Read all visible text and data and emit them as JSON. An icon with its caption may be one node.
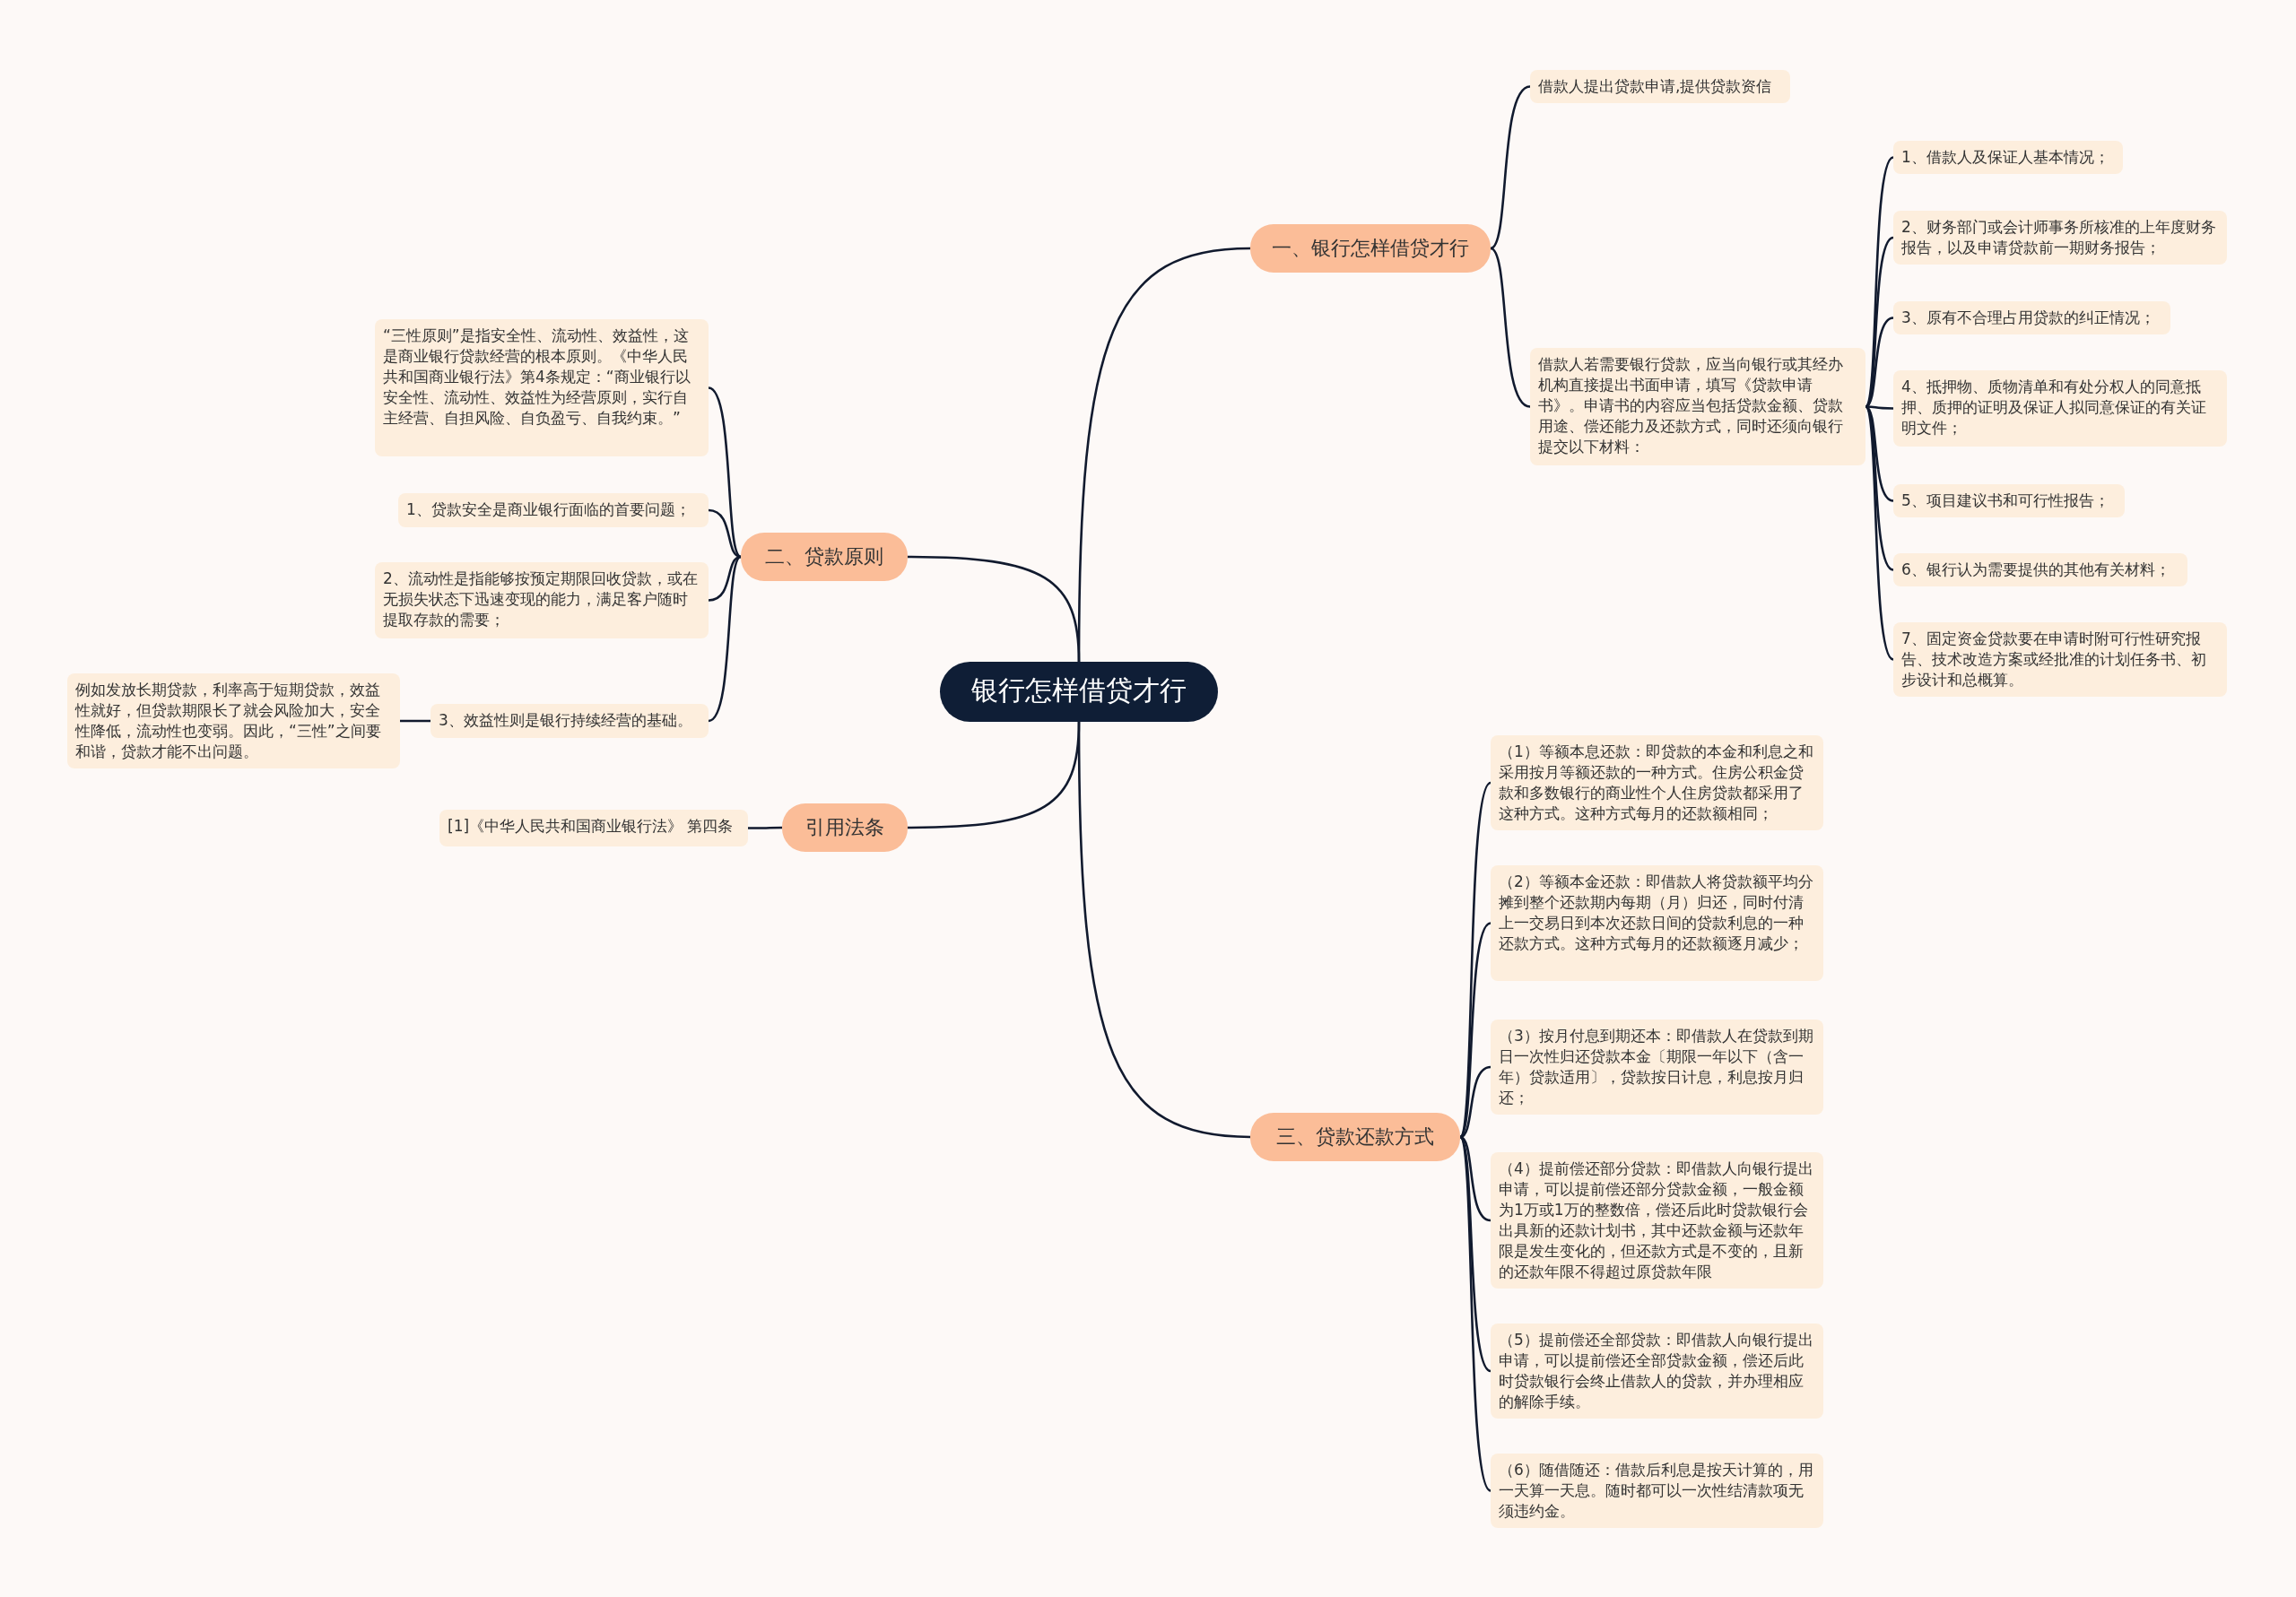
{
  "diagram": {
    "nodes": [
      {
        "text": [
          "银行怎样借贷才行"
        ]
      },
      {
        "text": [
          "一、银行怎样借贷才行"
        ]
      },
      {
        "text": [
          "借款人提出贷款申请,提供贷款资信"
        ]
      },
      {
        "text": [
          "借款人若需要银行贷款，应当向银行或其经办机构直接提出书面申请，填写《贷款申请书》。申请书的内容应当包括贷款金额、贷款用途、偿还能力及还款方式，同时还须向银行提交以下材料："
        ]
      },
      {
        "text": [
          "1、借款人及保证人基本情况；"
        ]
      },
      {
        "text": [
          "2、财务部门或会计师事务所核准的上年度财务报告，以及申请贷款前一期财务报告；"
        ]
      },
      {
        "text": [
          "3、原有不合理占用贷款的纠正情况；"
        ]
      },
      {
        "text": [
          "4、抵押物、质物清单和有处分权人的同意抵押、质押的证明及保证人拟同意保证的有关证明文件；"
        ]
      },
      {
        "text": [
          "5、项目建议书和可行性报告；"
        ]
      },
      {
        "text": [
          "6、银行认为需要提供的其他有关材料；"
        ]
      },
      {
        "text": [
          "7、固定资金贷款要在申请时附可行性研究报告、技术改造方案或经批准的计划任务书、初步设计和总概算。"
        ]
      },
      {
        "text": [
          "二、贷款原则"
        ]
      },
      {
        "text": [
          "“三性原则”是指安全性、流动性、效益性，这是商业银行贷款经营的根本原则。《中华人民共和国商业银行法》第4条规定：“商业银行以安全性、流动性、效益性为经营原则，实行自主经营、自担风险、自负盈亏、自我约束。”"
        ]
      },
      {
        "text": [
          "1、贷款安全是商业银行面临的首要问题；"
        ]
      },
      {
        "text": [
          "2、流动性是指能够按预定期限回收贷款，或在无损失状态下迅速变现的能力，满足客户随时提取存款的需要；"
        ]
      },
      {
        "text": [
          "3、效益性则是银行持续经营的基础。"
        ]
      },
      {
        "text": [
          "例如发放长期贷款，利率高于短期贷款，效益性就好，但贷款期限长了就会风险加大，安全性降低，流动性也变弱。因此，“三性”之间要和谐，贷款才能不出问题。"
        ]
      },
      {
        "text": [
          "引用法条"
        ]
      },
      {
        "text": [
          "[1]《中华人民共和国商业银行法》 第四条"
        ]
      },
      {
        "text": [
          "三、贷款还款方式"
        ]
      },
      {
        "text": [
          "（1）等额本息还款：即贷款的本金和利息之和采用按月等额还款的一种方式。住房公积金贷款和多数银行的商业性个人住房贷款都采用了这种方式。这种方式每月的还款额相同；"
        ]
      },
      {
        "text": [
          "（2）等额本金还款：即借款人将贷款额平均分摊到整个还款期内每期（月）归还，同时付清上一交易日到本次还款日间的贷款利息的一种还款方式。这种方式每月的还款额逐月减少；"
        ]
      },
      {
        "text": [
          "（3）按月付息到期还本：即借款人在贷款到期日一次性归还贷款本金〔期限一年以下（含一年）贷款适用〕，贷款按日计息，利息按月归还；"
        ]
      },
      {
        "text": [
          "（4）提前偿还部分贷款：即借款人向银行提出申请，可以提前偿还部分贷款金额，一般金额为1万或1万的整数倍，偿还后此时贷款银行会出具新的还款计划书，其中还款金额与还款年限是发生变化的，但还款方式是不变的，且新的还款年限不得超过原贷款年限"
        ]
      },
      {
        "text": [
          "（5）提前偿还全部贷款：即借款人向银行提出申请，可以提前偿还全部贷款金额，偿还后此时贷款银行会终止借款人的贷款，并办理相应的解除手续。"
        ]
      },
      {
        "text": [
          "（6）随借随还：借款后利息是按天计算的，用一天算一天息。随时都可以一次性结清款项无须违约金。"
        ]
      }
    ],
    "edges": [
      {
        "from": 0,
        "to": 1,
        "arrow": "none"
      },
      {
        "from": 1,
        "to": 2,
        "arrow": "none"
      },
      {
        "from": 1,
        "to": 3,
        "arrow": "none"
      },
      {
        "from": 3,
        "to": 4,
        "arrow": "none"
      },
      {
        "from": 3,
        "to": 5,
        "arrow": "none"
      },
      {
        "from": 3,
        "to": 6,
        "arrow": "none"
      },
      {
        "from": 3,
        "to": 7,
        "arrow": "none"
      },
      {
        "from": 3,
        "to": 8,
        "arrow": "none"
      },
      {
        "from": 3,
        "to": 9,
        "arrow": "none"
      },
      {
        "from": 3,
        "to": 10,
        "arrow": "none"
      },
      {
        "from": 0,
        "to": 11,
        "arrow": "none"
      },
      {
        "from": 11,
        "to": 12,
        "arrow": "none"
      },
      {
        "from": 11,
        "to": 13,
        "arrow": "none"
      },
      {
        "from": 11,
        "to": 14,
        "arrow": "none"
      },
      {
        "from": 11,
        "to": 15,
        "arrow": "none"
      },
      {
        "from": 15,
        "to": 16,
        "arrow": "none"
      },
      {
        "from": 0,
        "to": 17,
        "arrow": "none"
      },
      {
        "from": 17,
        "to": 18,
        "arrow": "none"
      },
      {
        "from": 0,
        "to": 19,
        "arrow": "none"
      },
      {
        "from": 19,
        "to": 20,
        "arrow": "none"
      },
      {
        "from": 19,
        "to": 21,
        "arrow": "none"
      },
      {
        "from": 19,
        "to": 22,
        "arrow": "none"
      },
      {
        "from": 19,
        "to": 23,
        "arrow": "none"
      },
      {
        "from": 19,
        "to": 24,
        "arrow": "none"
      },
      {
        "from": 19,
        "to": 25,
        "arrow": "none"
      }
    ]
  }
}
